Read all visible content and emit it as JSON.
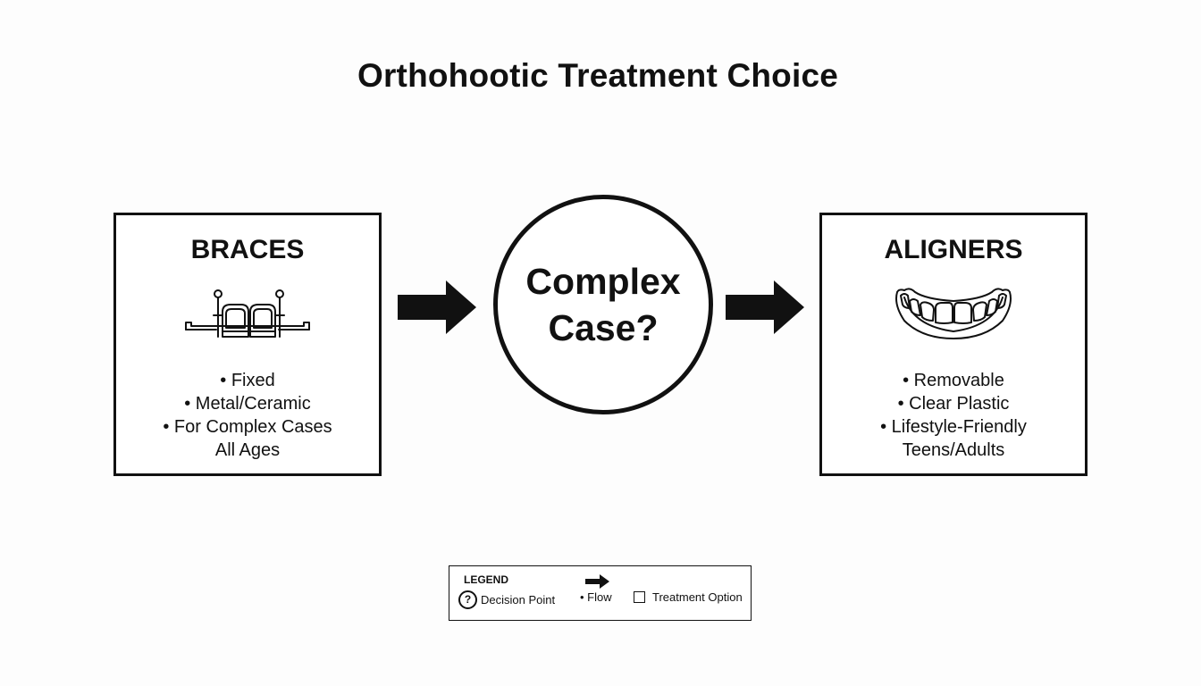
{
  "title": "Orthohootic Treatment Choice",
  "left_option": {
    "title": "BRACES",
    "icon": "braces-icon",
    "items": [
      "• Fixed",
      "• Metal/Ceramic",
      "• For Complex Cases",
      "All Ages"
    ]
  },
  "decision": {
    "line1": "Complex",
    "line2": "Case?"
  },
  "right_option": {
    "title": "ALIGNERS",
    "icon": "aligner-icon",
    "items": [
      "• Removable",
      "• Clear Plastic",
      "• Lifestyle-Friendly",
      "Teens/Adults"
    ]
  },
  "legend": {
    "title": "LEGEND",
    "decision_symbol": "?",
    "decision_label": "Decision Point",
    "flow_label": "• Flow",
    "option_label": "Treatment Option"
  },
  "colors": {
    "ink": "#111111",
    "background": "#ffffff"
  }
}
